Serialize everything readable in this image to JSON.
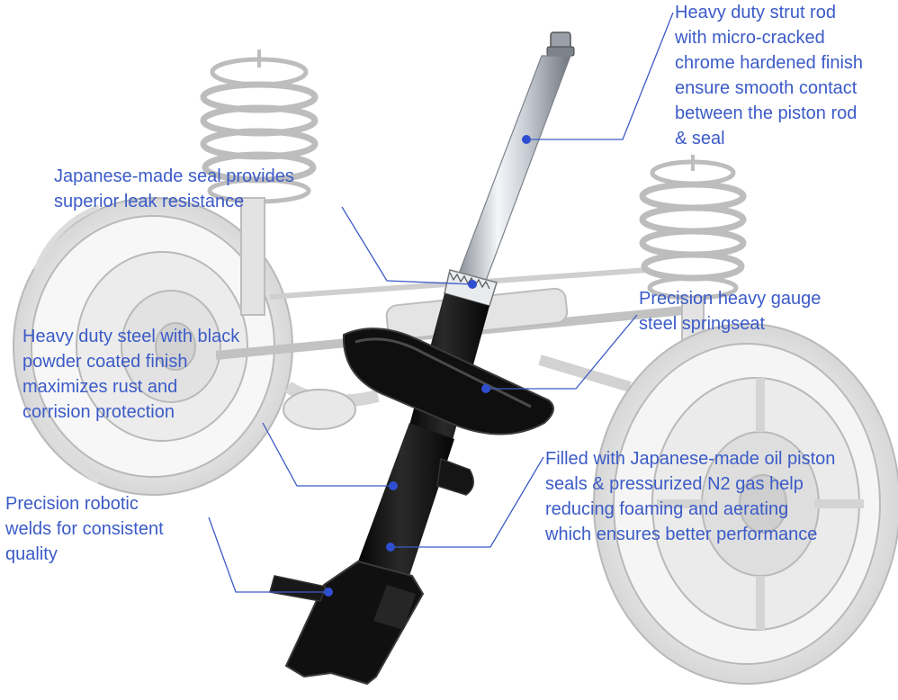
{
  "colors": {
    "label_text": "#3b5bc7",
    "leader_line": "#3b5bc7",
    "marker_dot": "#2f4fd0",
    "background_parts": "#c9c9c9",
    "strut_body": "#141414",
    "rod_chrome": "#c7ccd3"
  },
  "callouts": [
    {
      "id": "strut-rod",
      "text": "Heavy duty strut rod\nwith micro-cracked\nchrome hardened finish\nensure smooth contact\nbetween the piston rod\n& seal"
    },
    {
      "id": "seal",
      "text": "Japanese-made seal provides\nsuperior leak resistance"
    },
    {
      "id": "springseat",
      "text": "Precision heavy gauge\nsteel springseat"
    },
    {
      "id": "steel-finish",
      "text": "Heavy duty steel with black\npowder coated finish\nmaximizes rust and\ncorrision protection"
    },
    {
      "id": "oil-gas",
      "text": "Filled with Japanese-made oil piston\nseals & pressurized N2 gas help\nreducing foaming and aerating\nwhich ensures better performance"
    },
    {
      "id": "welds",
      "text": "Precision robotic\nwelds for consistent\nquality"
    }
  ]
}
